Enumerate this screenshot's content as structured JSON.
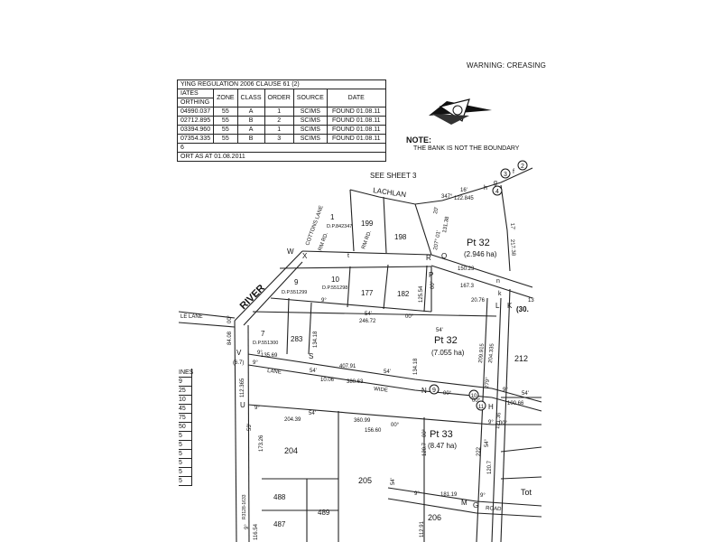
{
  "warning": "WARNING: CREASING",
  "note": {
    "title": "NOTE:",
    "text": "THE BANK IS NOT THE BOUNDARY"
  },
  "table": {
    "title": "YING REGULATION 2006 CLAUSE 61 (2)",
    "header1": "IATES",
    "header2": "ORTHING",
    "columns": [
      "ZONE",
      "CLASS",
      "ORDER",
      "SOURCE",
      "DATE"
    ],
    "rows": [
      [
        "04990.037",
        "55",
        "A",
        "1",
        "SCIMS",
        "FOUND 01.08.11"
      ],
      [
        "02712.895",
        "55",
        "B",
        "2",
        "SCIMS",
        "FOUND 01.08.11"
      ],
      [
        "03394.960",
        "55",
        "A",
        "1",
        "SCIMS",
        "FOUND 01.08.11"
      ],
      [
        "07354.335",
        "55",
        "B",
        "3",
        "SCIMS",
        "FOUND 01.08.11"
      ]
    ],
    "footer1": "6",
    "footer2": "ORT AS AT 01.08.2011"
  },
  "left_column": [
    "INES",
    "9",
    "25",
    "10",
    "45",
    "75",
    "50",
    "5",
    "5",
    "5",
    "5",
    "5",
    "5"
  ],
  "labels": {
    "see_sheet": "SEE     SHEET     3",
    "lachlan": "LACHLAN",
    "river": "RIVER",
    "cottons_lane": "COTTONS   LANE",
    "lane_left": "LE          LANE",
    "lane_mid": "LANE",
    "wide": "WIDE",
    "road": "ROAD",
    "rm_rd_1": "RM RD.",
    "rm_rd_2": "RM RD.",
    "tot": "Tot",
    "r3128": "R3128-1633"
  },
  "lots": {
    "l1": "1",
    "dp842347": "D.P.842347",
    "l199": "199",
    "l198": "198",
    "l9": "9",
    "dp551299": "D.P.551299",
    "l10": "10",
    "dp551298": "D.P.551298",
    "l177": "177",
    "l182": "182",
    "l7": "7",
    "dp551300": "D.P.551300",
    "l283": "283",
    "l204": "204",
    "l205": "205",
    "l488": "488",
    "l489": "489",
    "l487": "487",
    "l206": "206",
    "l212": "212"
  },
  "portions": {
    "pt32a": "Pt 32",
    "pt32a_area": "(2.946 ha)",
    "pt32b": "Pt 32",
    "pt32b_area": "(7.055 ha)",
    "pt33": "Pt 33",
    "pt33_area": "(8.47 ha)"
  },
  "points": {
    "W": "W",
    "X": "X",
    "t": "t",
    "R": "R",
    "Q": "Q",
    "P": "P",
    "L": "L",
    "K": "K",
    "V": "V",
    "S": "S",
    "N": "N",
    "U": "U",
    "M": "M",
    "G": "G",
    "H": "H",
    "g": "g",
    "h": "h",
    "f": "f",
    "n": "n",
    "k": "k"
  },
  "circles": [
    "2",
    "3",
    "4",
    "9",
    "10",
    "11"
  ],
  "dims": {
    "d347": "347°",
    "d16": "16'",
    "d122": "122.845",
    "d20": "20'",
    "d131": "131.38",
    "d217": "217.38",
    "d17": "17'",
    "d207": "207° 01'",
    "d150": "150.23",
    "d167": "167.3",
    "d00a": "00°",
    "d125": "125.54",
    "d20_76": "20.76",
    "d9a": "9°",
    "d54a": "54'",
    "d246": "246.72",
    "d00b": "00°",
    "d54b": "54'",
    "d134a": "134.18",
    "d134b": "134.18",
    "d9b": "9°",
    "d135": "135.69",
    "d9c": "9°",
    "d407": "407.91",
    "d54c": "54'",
    "d54d": "54'",
    "d10_06": "10.06",
    "d380": "380.63",
    "d00c": "00°",
    "d9d": "9°",
    "d100": "100.66",
    "d54e": "54'",
    "d209": "209.915",
    "d204": "204.335",
    "d00d": "00°",
    "d279": "279°",
    "d9e": "9°",
    "d00e": "00°",
    "d121": "121.36",
    "d9f": "9°",
    "d54f": "54'",
    "d204_39": "204.39",
    "d360": "360.99",
    "d00f": "00°",
    "d156": "156.60",
    "d120": "120.7",
    "d00g": "00°",
    "d173": "173.26",
    "d53": "53'",
    "d222": "222",
    "d54g": "54°",
    "d120b": "120.7",
    "d54h": "54'",
    "d9g": "9°",
    "d181": "181.19",
    "d9h": "9°",
    "d84": "84.08",
    "d00h": "00°",
    "d112": "112.365",
    "d6_7": "(6.7)",
    "d116": "116.54",
    "d9i": "9°",
    "d112b": "112.91",
    "d13": "13",
    "d30": "(30."
  }
}
